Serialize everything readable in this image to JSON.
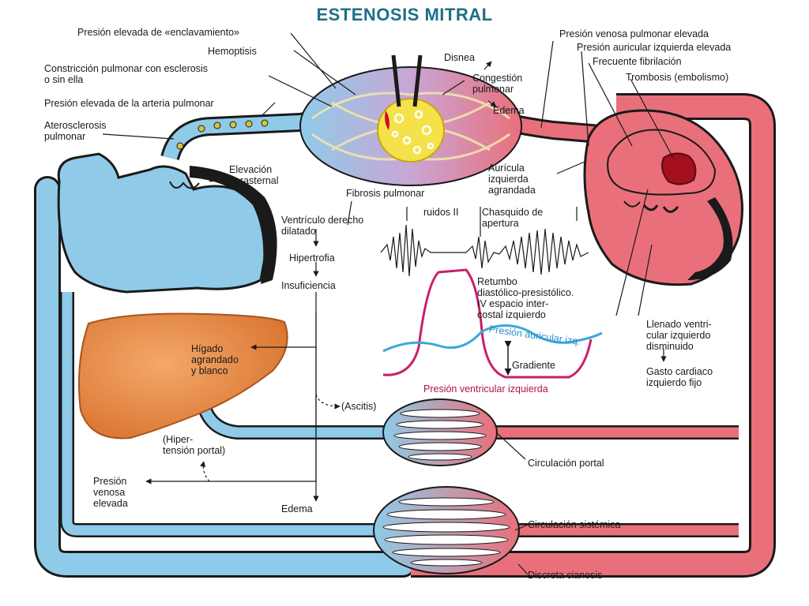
{
  "title": "ESTENOSIS MITRAL",
  "labels": {
    "presion_enclavamiento": "Presión elevada de «enclavamiento»",
    "hemoptisis": "Hemoptisis",
    "constriccion": "Constricción pulmonar con esclerosis\no sin ella",
    "presion_arteria_pulmonar": "Presión elevada de la arteria pulmonar",
    "aterosclerosis": "Aterosclerosis\npulmonar",
    "disnea": "Disnea",
    "congestion": "Congestión\npulmonar",
    "edema_pulmonar": "Edema",
    "presion_venosa_pulmonar": "Presión venosa pulmonar elevada",
    "presion_auricular": "Presión auricular izquierda elevada",
    "fibrilacion": "Frecuente fibrilación",
    "trombosis": "Trombosis (embolismo)",
    "elevacion_paraesternal": "Elevación\nparasternal",
    "fibrosis": "Fibrosis pulmonar",
    "auricula": "Aurícula\nizquierda\nagrandada",
    "ventriculo_derecho": "Ventrículo derecho\ndilatado",
    "hipertrofia": "Hipertrofia",
    "insuficiencia": "Insuficiencia",
    "ruidos": "ruidos II",
    "chasquido": "Chasquido de\napertura",
    "retumbo": "Retumbo\ndiastólico-presistólico.\nIV espacio inter-\ncostal izquierdo",
    "presion_auricular_izq": "Presión auricular izq.",
    "gradiente": "Gradiente",
    "presion_ventricular": "Presión ventricular izquierda",
    "llenado": "Llenado ventri-\ncular izquierdo\ndisminuido",
    "gasto": "Gasto cardiaco\nizquierdo fijo",
    "higado": "Hígado\nagrandado\ny blanco",
    "ascitis": "(Ascitis)",
    "hipertension_portal": "(Hiper-\ntensión portal)",
    "presion_venosa": "Presión\nvenosa\nelevada",
    "edema": "Edema",
    "circulacion_portal": "Circulación portal",
    "circulacion_sistemica": "Circulación sistémica",
    "cianosis": "Discreta cianosis"
  },
  "colors": {
    "title": "#1d6f87",
    "venous_blue": "#8fcbe8",
    "arterial_red": "#e9707a",
    "outline": "#1a1a1a",
    "liver": "#e8894a",
    "lung_yellow": "#f5e14a",
    "pressure_red": "#c8206a",
    "pressure_blue": "#3aa8d8"
  }
}
